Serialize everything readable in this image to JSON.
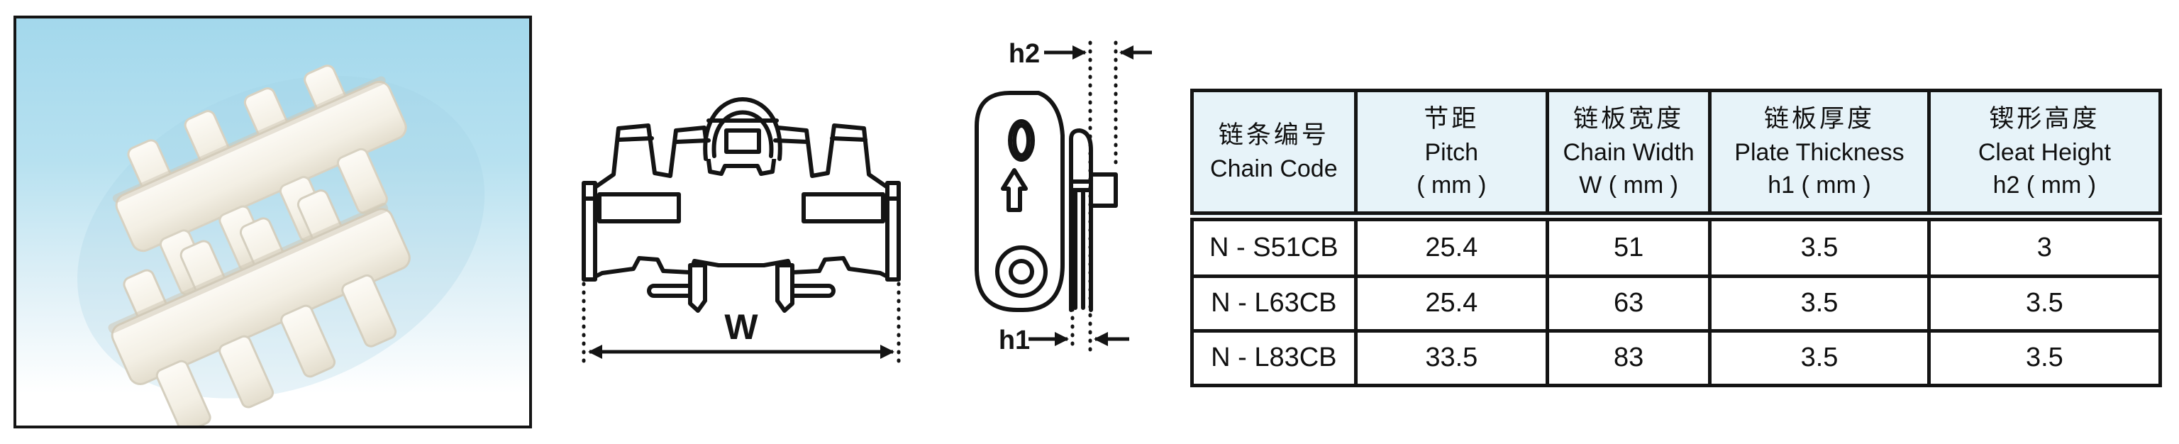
{
  "photo": {
    "description": "white plastic modular conveyor chain links on light blue background",
    "frame_color": "#151515",
    "background_top": "#a3d8ec",
    "background_bottom": "#ffffff",
    "chain_color": "#f8f5ee"
  },
  "front_view": {
    "description": "front view drawing of chain link with cleats",
    "dimension_label": "W"
  },
  "side_view": {
    "description": "side view drawing of chain plate",
    "dim_top_label": "h2",
    "dim_bottom_label": "h1"
  },
  "table": {
    "header_bg": "#e7f3f9",
    "border_color": "#141414",
    "columns": [
      {
        "id": "chain-code",
        "width_pct": 16.9,
        "lines": [
          "链条编号",
          "Chain Code"
        ]
      },
      {
        "id": "pitch",
        "width_pct": 19.8,
        "lines": [
          "节距",
          "Pitch",
          "( mm )"
        ]
      },
      {
        "id": "chain-width",
        "width_pct": 16.8,
        "lines": [
          "链板宽度",
          "Chain Width",
          "W ( mm )"
        ]
      },
      {
        "id": "plate-thickness",
        "width_pct": 22.6,
        "lines": [
          "链板厚度",
          "Plate Thickness",
          "h1 ( mm )"
        ]
      },
      {
        "id": "cleat-height",
        "width_pct": 23.9,
        "lines": [
          "锲形高度",
          "Cleat Height",
          "h2 ( mm )"
        ]
      }
    ],
    "rows": [
      [
        "N - S51CB",
        "25.4",
        "51",
        "3.5",
        "3"
      ],
      [
        "N - L63CB",
        "25.4",
        "63",
        "3.5",
        "3.5"
      ],
      [
        "N - L83CB",
        "33.5",
        "83",
        "3.5",
        "3.5"
      ]
    ]
  }
}
